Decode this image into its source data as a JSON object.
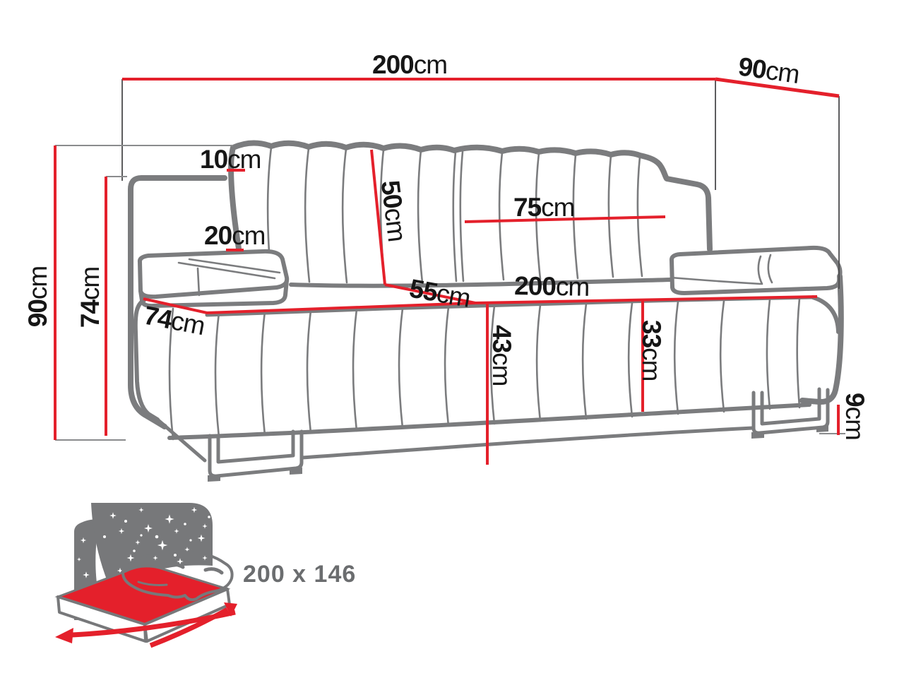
{
  "diagram_title": "sofa-dimensions-diagram",
  "unit": "cm",
  "dims": {
    "top_width": {
      "num": "200",
      "unit": "cm"
    },
    "depth_top": {
      "num": "90",
      "unit": "cm"
    },
    "height_total": {
      "num": "90",
      "unit": "cm"
    },
    "height_armrest": {
      "num": "74",
      "unit": "cm"
    },
    "backrest_offset": {
      "num": "10",
      "unit": "cm"
    },
    "armrest_cushion": {
      "num": "20",
      "unit": "cm"
    },
    "backrest_height": {
      "num": "50",
      "unit": "cm"
    },
    "backrest_cushion_width": {
      "num": "75",
      "unit": "cm"
    },
    "seat_depth": {
      "num": "55",
      "unit": "cm"
    },
    "seat_width": {
      "num": "200",
      "unit": "cm"
    },
    "seat_front_depth": {
      "num": "74",
      "unit": "cm"
    },
    "seat_height_total": {
      "num": "43",
      "unit": "cm"
    },
    "seat_front_height": {
      "num": "33",
      "unit": "cm"
    },
    "leg_height": {
      "num": "9",
      "unit": "cm"
    }
  },
  "sleeping_area_label": "200 x 146",
  "colors": {
    "dimension_red": "#e4202b",
    "sofa_outline_gray": "#7b7c7e",
    "icon_gray": "#77787a",
    "label_black": "#161616",
    "sleeping_text_gray": "#6b6d6f"
  }
}
